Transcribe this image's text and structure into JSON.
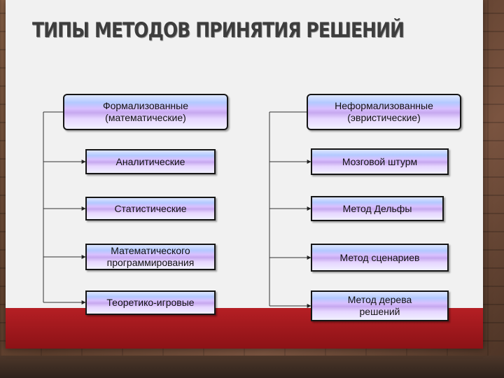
{
  "title": "ТИПЫ МЕТОДОВ ПРИНЯТИЯ РЕШЕНИЙ",
  "left": {
    "header": "Формализованные\n(математические)",
    "items": [
      "Аналитические",
      "Статистические",
      "Математического\nпрограммирования",
      "Теоретико-игровые"
    ]
  },
  "right": {
    "header": "Неформализованные\n(эвристические)",
    "items": [
      "Мозговой штурм",
      "Метод  Дельфы",
      "Метод  сценариев",
      "Метод  дерева\nрешений"
    ]
  }
}
